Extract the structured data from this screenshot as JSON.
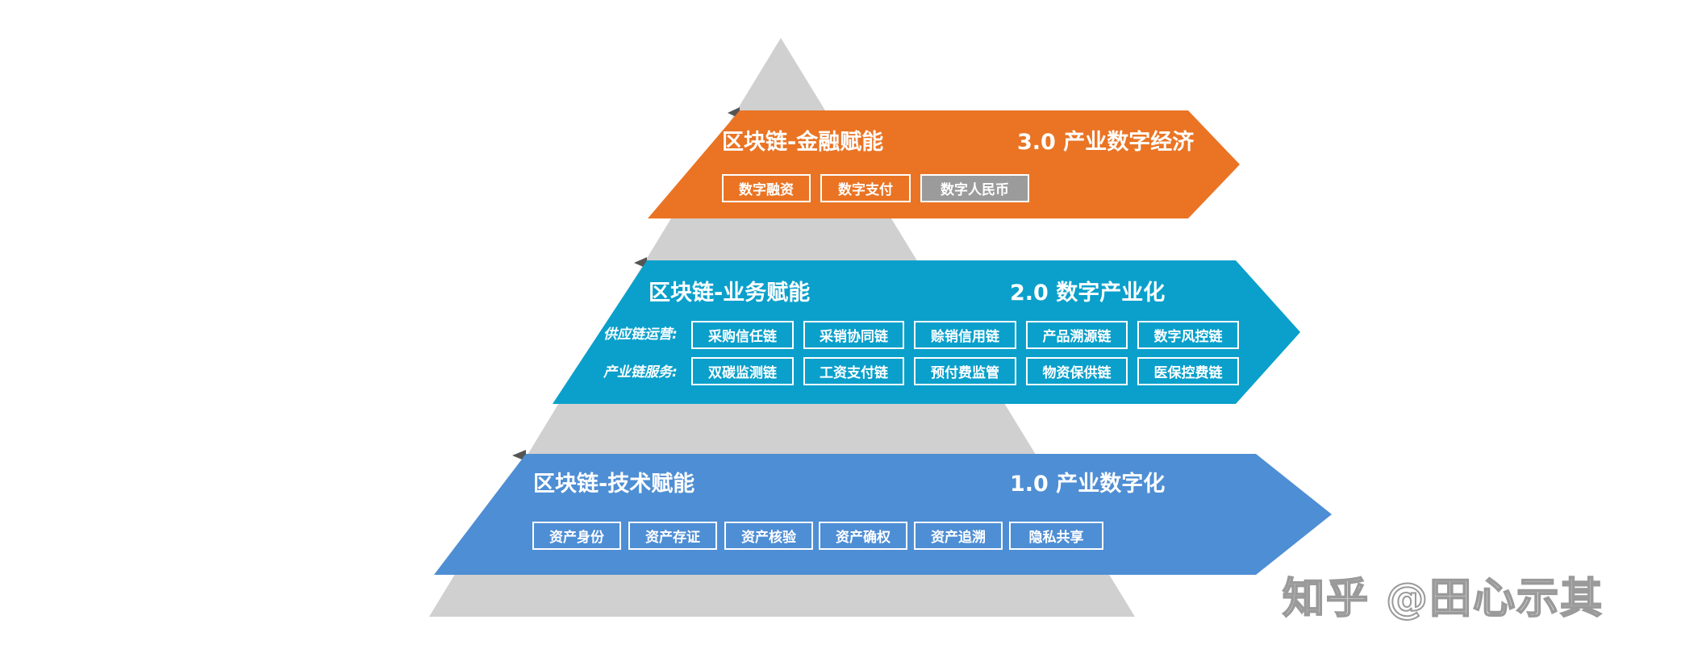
{
  "tiers": [
    {
      "id": "top",
      "color": "#ea7424",
      "title": "区块链-金融赋能",
      "stage": "3.0 产业数字经济",
      "tags": [
        "数字融资",
        "数字支付",
        "数字人民币"
      ],
      "highlighted_tag": "数字人民币"
    },
    {
      "id": "middle",
      "color": "#0aa0cb",
      "title": "区块链-业务赋能",
      "stage": "2.0 数字产业化",
      "rows": [
        {
          "label": "供应链运营:",
          "tags": [
            "采购信任链",
            "采销协同链",
            "赊销信用链",
            "产品溯源链",
            "数字风控链"
          ]
        },
        {
          "label": "产业链服务:",
          "tags": [
            "双碳监测链",
            "工资支付链",
            "预付费监管",
            "物资保供链",
            "医保控费链"
          ]
        }
      ]
    },
    {
      "id": "bottom",
      "color": "#4e8ed4",
      "title": "区块链-技术赋能",
      "stage": "1.0 产业数字化",
      "tags": [
        "资产身份",
        "资产存证",
        "资产核验",
        "资产确权",
        "资产追溯",
        "隐私共享"
      ]
    }
  ],
  "pyramid_color": "#d0d0d0",
  "watermark": "知乎 @田心示其"
}
